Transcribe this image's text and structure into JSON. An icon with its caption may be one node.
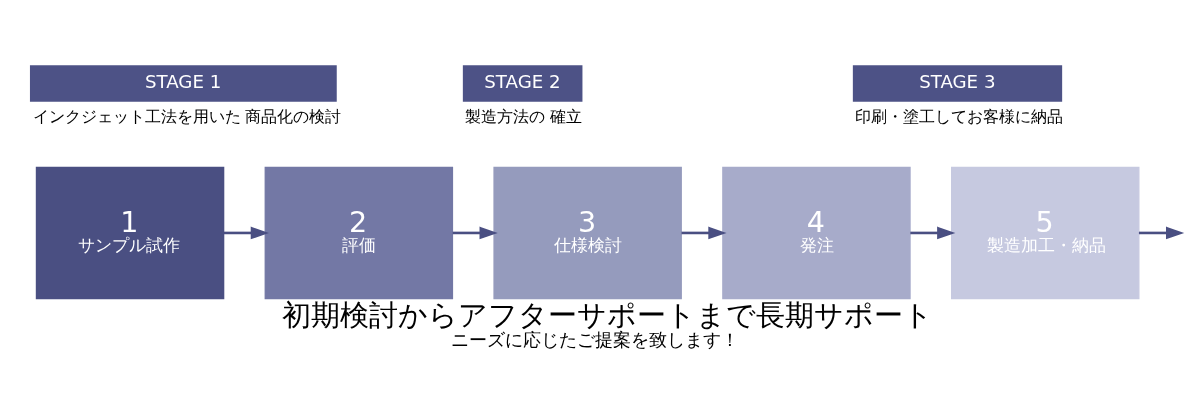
{
  "diagram": {
    "title": "初期検討からアフターサポートまで長期サポート",
    "caption": "ニーズに応じたご提案を致します！",
    "nodes": [
      {
        "text": [
          "STAGE 1"
        ],
        "beside": [
          "インクジェット工法を用いた 商品化の検討"
        ]
      },
      {
        "text": [
          "STAGE 2"
        ],
        "beside": [
          "製造方法の 確立"
        ]
      },
      {
        "text": [
          "STAGE 3"
        ],
        "beside": [
          "印刷・塗工してお客様に納品"
        ]
      },
      {
        "text": [
          "1",
          "サンプル試作"
        ]
      },
      {
        "text": [
          "2",
          "評価"
        ]
      },
      {
        "text": [
          "3",
          "仕様検討"
        ]
      },
      {
        "text": [
          "4",
          "発注"
        ]
      },
      {
        "text": [
          "5",
          "製造加工・納品"
        ]
      }
    ],
    "edges": [
      {
        "from": 3,
        "to": 4,
        "arrow": "to"
      },
      {
        "from": 4,
        "to": 5,
        "arrow": "to"
      },
      {
        "from": 5,
        "to": 6,
        "arrow": "to"
      },
      {
        "from": 6,
        "to": 7,
        "arrow": "to"
      },
      {
        "from": 7,
        "to": null,
        "arrow": "to"
      }
    ]
  }
}
